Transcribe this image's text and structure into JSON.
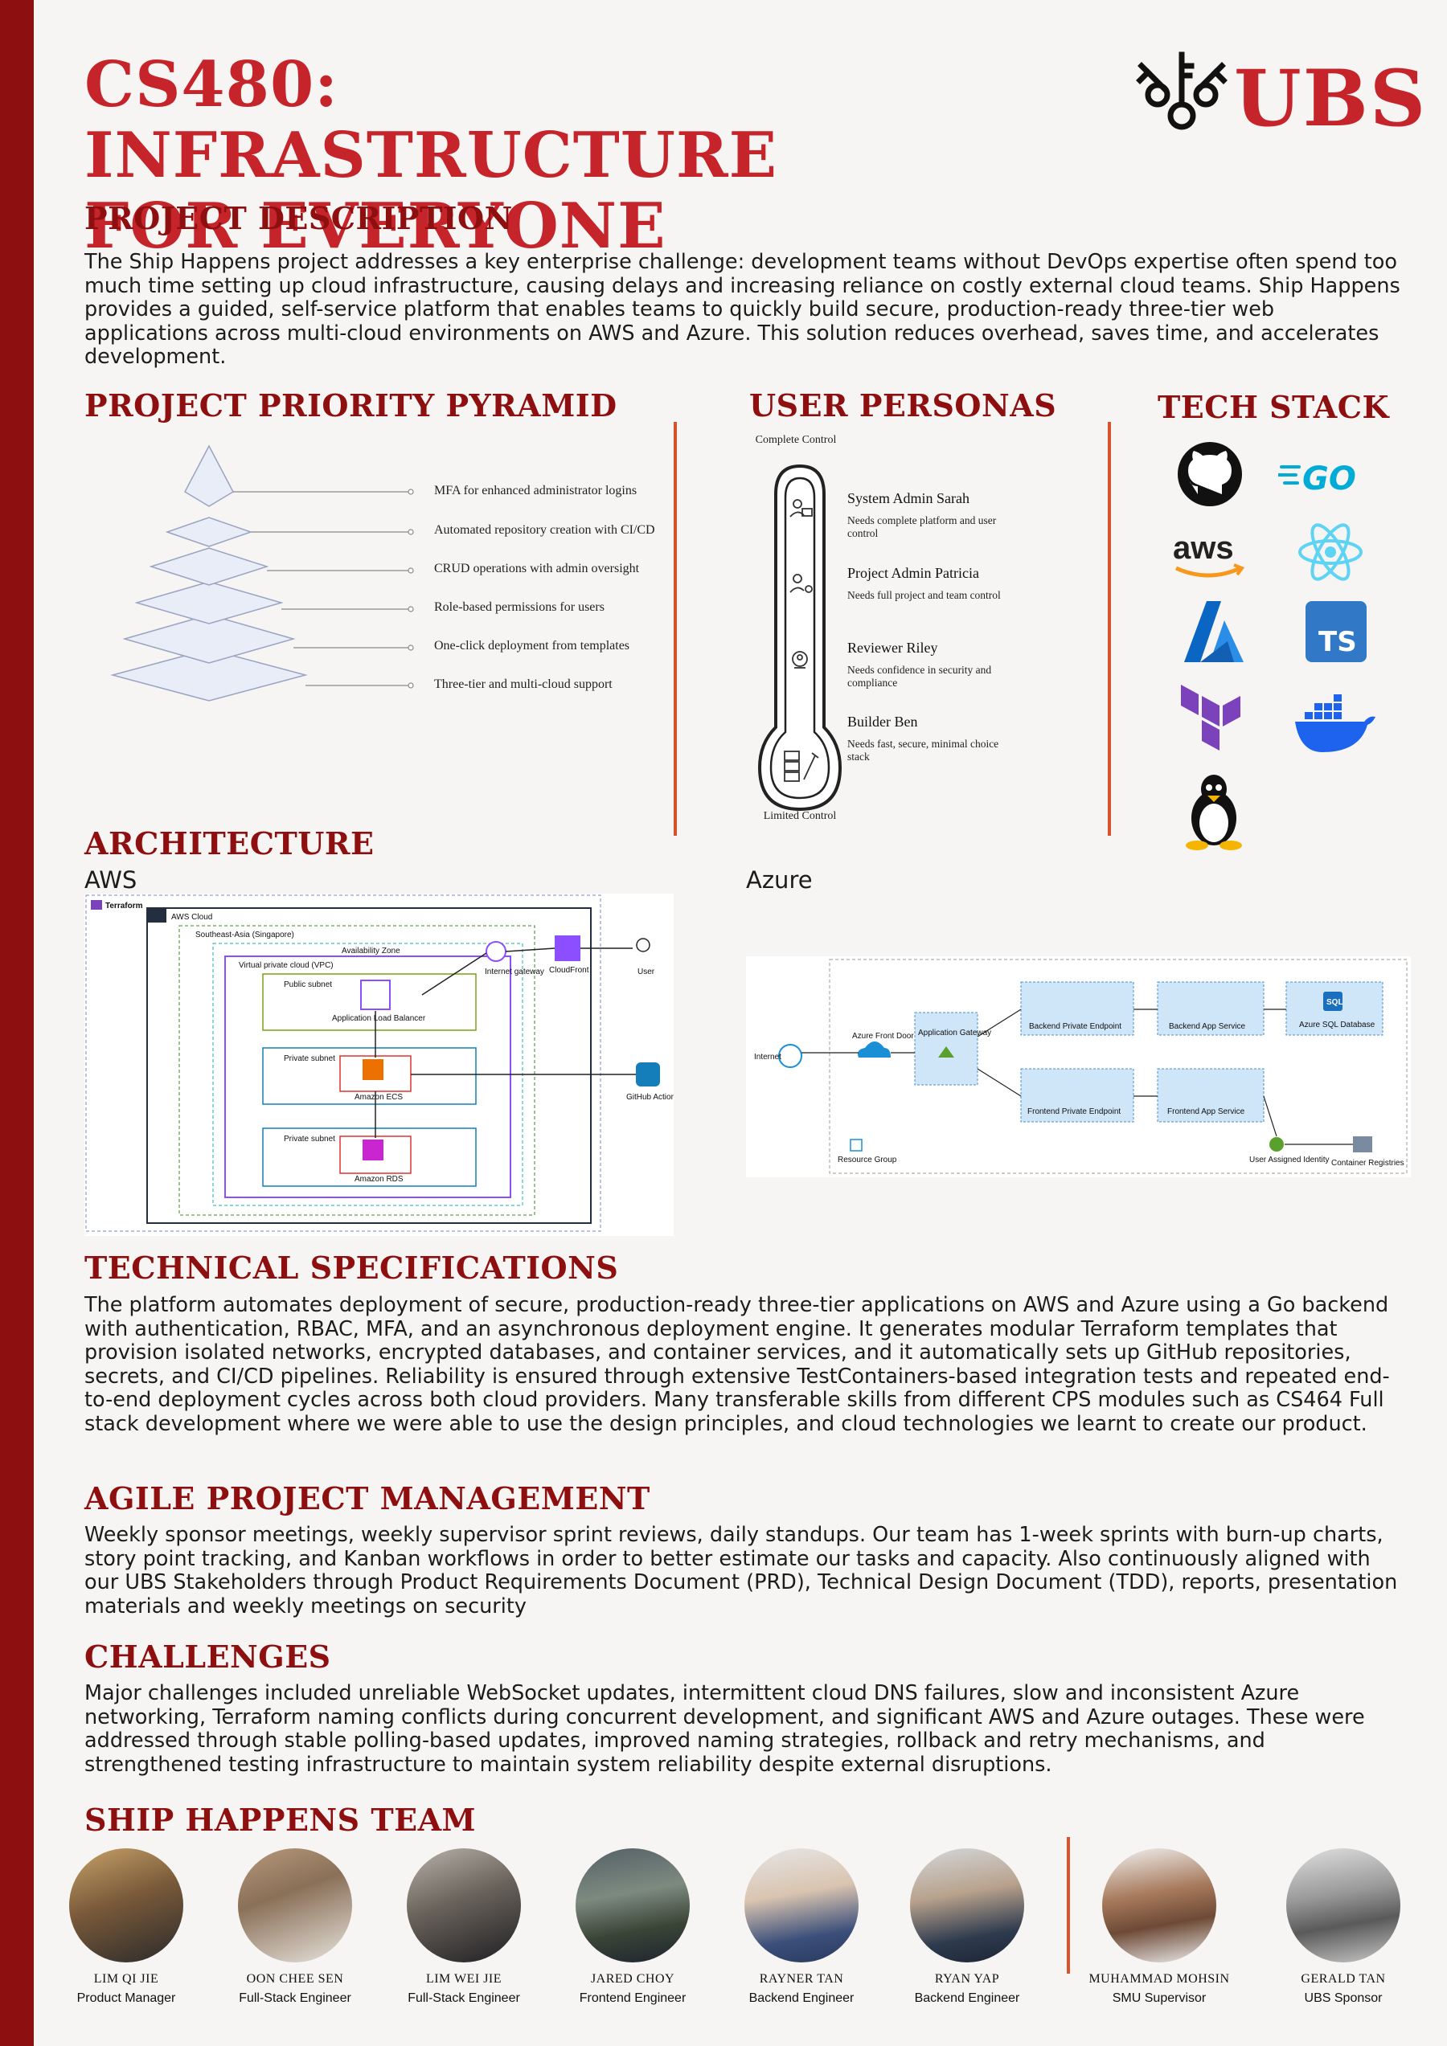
{
  "title": {
    "line1": "CS480: INFRASTRUCTURE",
    "line2": "FOR EVERYONE"
  },
  "logo": {
    "text": "UBS"
  },
  "project_description": {
    "heading": "PROJECT DESCRIPTION",
    "body": "The Ship Happens project addresses a key enterprise challenge: development teams without DevOps expertise often spend too much time setting up cloud infrastructure, causing delays and increasing reliance on costly external cloud teams. Ship Happens provides a guided, self-service platform that enables teams to quickly build secure, production-ready three-tier web applications across multi-cloud environments on AWS and Azure. This solution reduces overhead, saves time, and accelerates development."
  },
  "pyramid": {
    "heading": "PROJECT PRIORITY PYRAMID",
    "items": [
      "MFA for enhanced administrator logins",
      "Automated repository creation with CI/CD",
      "CRUD operations with admin oversight",
      "Role-based permissions for users",
      "One-click deployment from templates",
      "Three-tier and multi-cloud support"
    ]
  },
  "personas": {
    "heading": "USER PERSONAS",
    "top_label": "Complete Control",
    "bottom_label": "Limited Control",
    "items": [
      {
        "name": "System Admin Sarah",
        "desc": "Needs complete platform and user control"
      },
      {
        "name": "Project Admin Patricia",
        "desc": "Needs full project and team control"
      },
      {
        "name": "Reviewer Riley",
        "desc": "Needs confidence in security and compliance"
      },
      {
        "name": "Builder Ben",
        "desc": "Needs fast, secure, minimal choice stack"
      }
    ]
  },
  "tech_stack": {
    "heading": "TECH STACK",
    "icons": [
      "github-icon",
      "go-icon",
      "aws-icon",
      "react-icon",
      "azure-icon",
      "typescript-icon",
      "terraform-icon",
      "docker-icon",
      "linux-icon"
    ],
    "go_text": "GO",
    "aws_text": "aws",
    "ts_text": "TS"
  },
  "architecture": {
    "heading": "ARCHITECTURE",
    "aws_label": "AWS",
    "azure_label": "Azure",
    "aws": {
      "terraform": "Terraform",
      "cloud": "AWS Cloud",
      "region": "Southeast-Asia (Singapore)",
      "az": "Availability Zone",
      "vpc": "Virtual private cloud (VPC)",
      "public_subnet": "Public subnet",
      "private_subnet": "Private subnet",
      "alb": "Application Load Balancer",
      "ecs": "Amazon ECS",
      "rds": "Amazon RDS",
      "igw": "Internet gateway",
      "cloudfront": "CloudFront",
      "user": "User",
      "github": "GitHub Actions"
    },
    "azure": {
      "internet": "Internet",
      "front_door": "Azure Front Door",
      "app_gateway": "Application Gateway",
      "backend_pe": "Backend Private Endpoint",
      "frontend_pe": "Frontend Private Endpoint",
      "backend_app": "Backend App Service",
      "frontend_app": "Frontend App Service",
      "sql": "Azure SQL Database",
      "identity": "User Assigned Identity",
      "registries": "Container Registries",
      "resource_group": "Resource Group",
      "sql_icon_text": "SQL"
    }
  },
  "technical_specs": {
    "heading": "TECHNICAL SPECIFICATIONS",
    "body": "The platform automates deployment of secure, production-ready three-tier applications on AWS and Azure using a Go backend with authentication, RBAC, MFA, and an asynchronous deployment engine. It generates modular Terraform templates that provision isolated networks, encrypted databases, and container services, and it automatically sets up GitHub repositories, secrets, and CI/CD pipelines. Reliability is ensured through extensive TestContainers-based integration tests and repeated end-to-end deployment cycles across both cloud providers. Many transferable skills from different CPS modules such as CS464 Full stack development where we were able to use the design principles, and cloud technologies we learnt to create our product."
  },
  "agile": {
    "heading": "AGILE PROJECT MANAGEMENT",
    "body": "Weekly sponsor meetings, weekly supervisor sprint reviews, daily standups. Our team has 1-week sprints with burn-up charts, story point tracking, and Kanban workflows in order to better estimate our tasks and capacity. Also continuously aligned with our UBS Stakeholders through Product Requirements Document (PRD), Technical Design Document (TDD), reports, presentation materials and weekly meetings on security"
  },
  "challenges": {
    "heading": "CHALLENGES",
    "body": "Major challenges included unreliable WebSocket updates, intermittent cloud DNS failures, slow and inconsistent Azure networking, Terraform naming conflicts during concurrent development, and significant AWS and Azure outages. These were addressed through stable polling-based updates, improved naming strategies, rollback and retry mechanisms, and strengthened testing infrastructure to maintain system reliability despite external disruptions."
  },
  "team": {
    "heading": "SHIP HAPPENS TEAM",
    "members": [
      {
        "name": "LIM QI JIE",
        "role": "Product Manager"
      },
      {
        "name": "OON CHEE SEN",
        "role": "Full-Stack Engineer"
      },
      {
        "name": "LIM WEI JIE",
        "role": "Full-Stack Engineer"
      },
      {
        "name": "JARED CHOY",
        "role": "Frontend Engineer"
      },
      {
        "name": "RAYNER TAN",
        "role": "Backend Engineer"
      },
      {
        "name": "RYAN YAP",
        "role": "Backend Engineer"
      },
      {
        "name": "MUHAMMAD MOHSIN",
        "role": "SMU Supervisor"
      },
      {
        "name": "GERALD TAN",
        "role": "UBS Sponsor"
      }
    ]
  },
  "colors": {
    "accent_red": "#c6242b",
    "heading_dark_red": "#8e0f0f",
    "divider_orange": "#d9532a"
  }
}
